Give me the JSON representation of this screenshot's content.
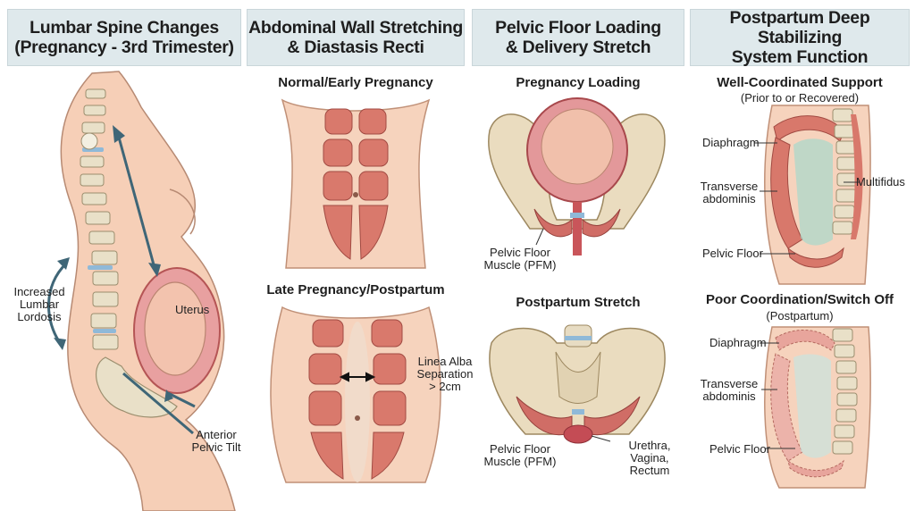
{
  "panels": [
    {
      "title": "Lumbar Spine Changes\n(Pregnancy - 3rd Trimester)",
      "labels": {
        "lordosis": "Increased\nLumbar\nLordosis",
        "uterus": "Uterus",
        "tilt": "Anterior\nPelvic Tilt"
      }
    },
    {
      "title": "Abdominal Wall Stretching\n& Diastasis Recti",
      "sub_top": "Normal/Early Pregnancy",
      "sub_bottom": "Late Pregnancy/Postpartum",
      "labels": {
        "separation": "Linea Alba\nSeparation\n> 2cm"
      }
    },
    {
      "title": "Pelvic Floor Loading\n& Delivery Stretch",
      "sub_top": "Pregnancy Loading",
      "sub_bottom": "Postpartum Stretch",
      "labels": {
        "pfm_top": "Pelvic Floor\nMuscle (PFM)",
        "pfm_bottom": "Pelvic Floor\nMuscle (PFM)",
        "openings": "Urethra,\nVagina,\nRectum"
      }
    },
    {
      "title": "Postpartum Deep Stabilizing\nSystem Function",
      "sub_top": "Well-Coordinated Support",
      "sub_top_note": "(Prior to or Recovered)",
      "sub_bottom": "Poor Coordination/Switch Off",
      "sub_bottom_note": "(Postpartum)",
      "labels": {
        "diaphragm_top": "Diaphragm",
        "ta_top": "Transverse\nabdominis",
        "multifidus": "Multifidus",
        "pf_top": "Pelvic Floor",
        "diaphragm_bottom": "Diaphragm",
        "ta_bottom": "Transverse\nabdominis",
        "pf_bottom": "Pelvic Floor"
      }
    }
  ]
}
